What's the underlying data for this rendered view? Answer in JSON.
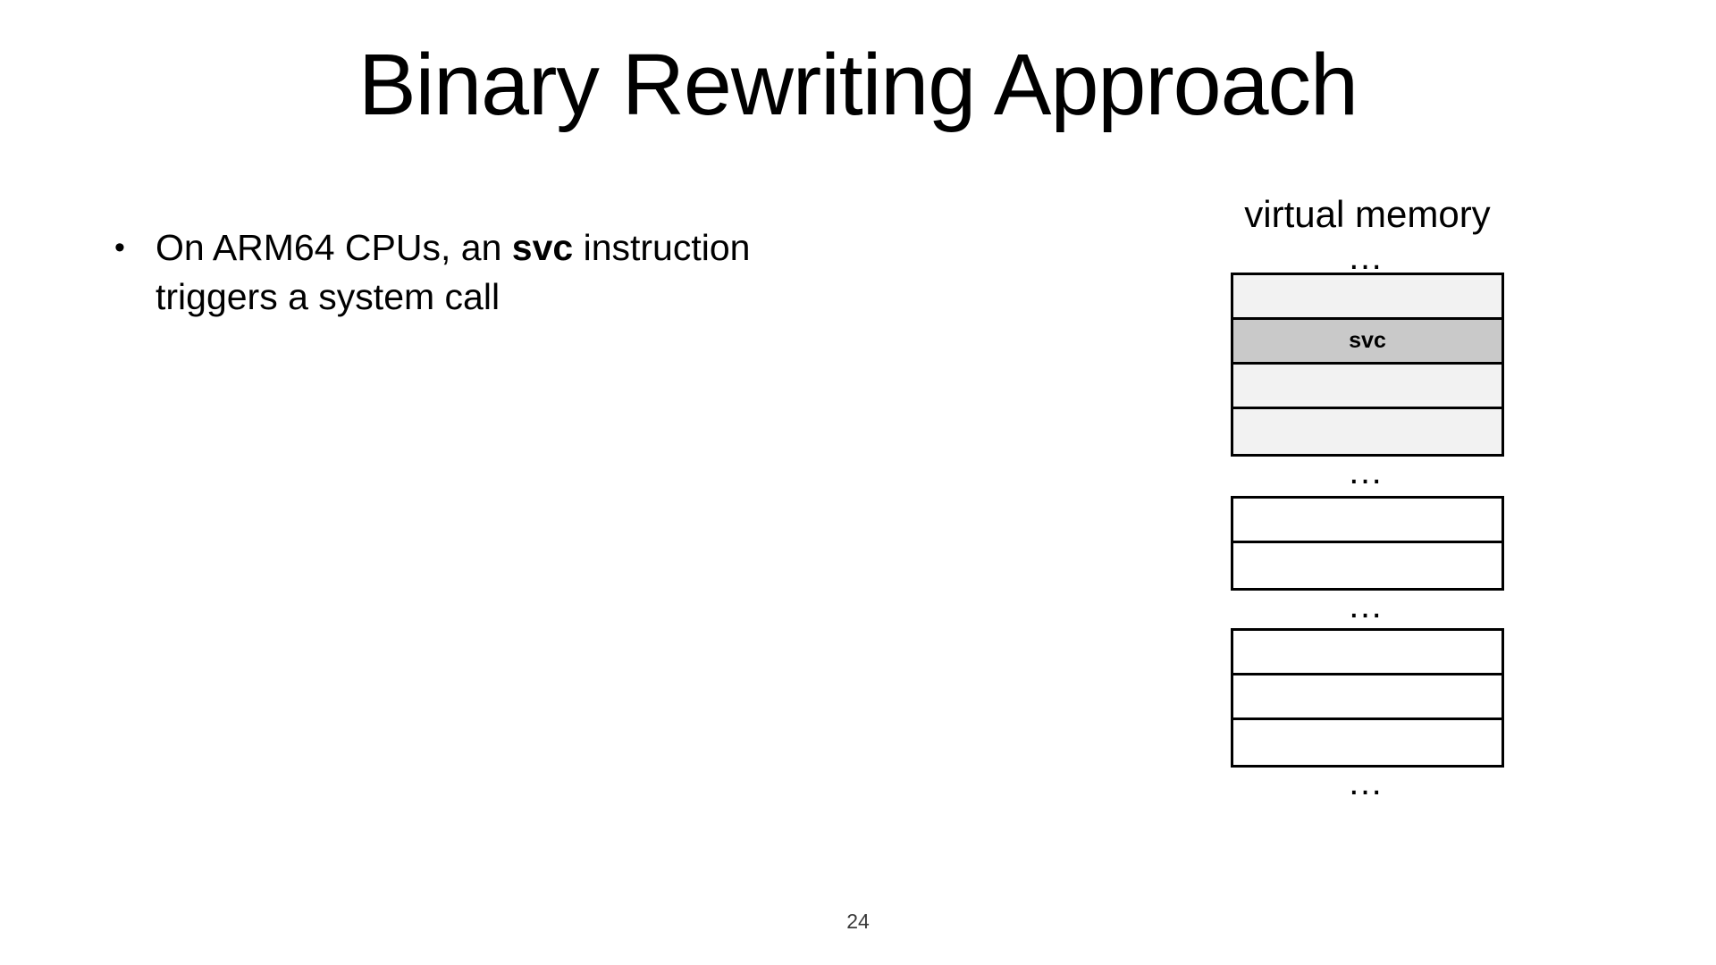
{
  "slide": {
    "title": "Binary Rewriting Approach",
    "page_number": "24"
  },
  "bullets": [
    {
      "marker": "•",
      "text_before_bold": "On ARM64 CPUs, an ",
      "bold_text": "svc",
      "text_after_bold": " instruction triggers a system call"
    }
  ],
  "diagram": {
    "caption": "virtual memory",
    "ellipsis": "…",
    "highlight_label": "svc",
    "colors": {
      "highlight_fill": "#c9c9c9",
      "light_fill": "#f2f2f2",
      "plain_fill": "#ffffff",
      "border": "#000000"
    },
    "groups": [
      {
        "name": "group-1",
        "rows": [
          {
            "label": "",
            "fill": "light"
          },
          {
            "label": "svc",
            "fill": "highlight"
          },
          {
            "label": "",
            "fill": "light"
          },
          {
            "label": "",
            "fill": "light"
          }
        ]
      },
      {
        "name": "group-2",
        "rows": [
          {
            "label": "",
            "fill": "plain"
          },
          {
            "label": "",
            "fill": "plain"
          }
        ]
      },
      {
        "name": "group-3",
        "rows": [
          {
            "label": "",
            "fill": "plain"
          },
          {
            "label": "",
            "fill": "plain"
          },
          {
            "label": "",
            "fill": "plain"
          }
        ]
      }
    ]
  }
}
